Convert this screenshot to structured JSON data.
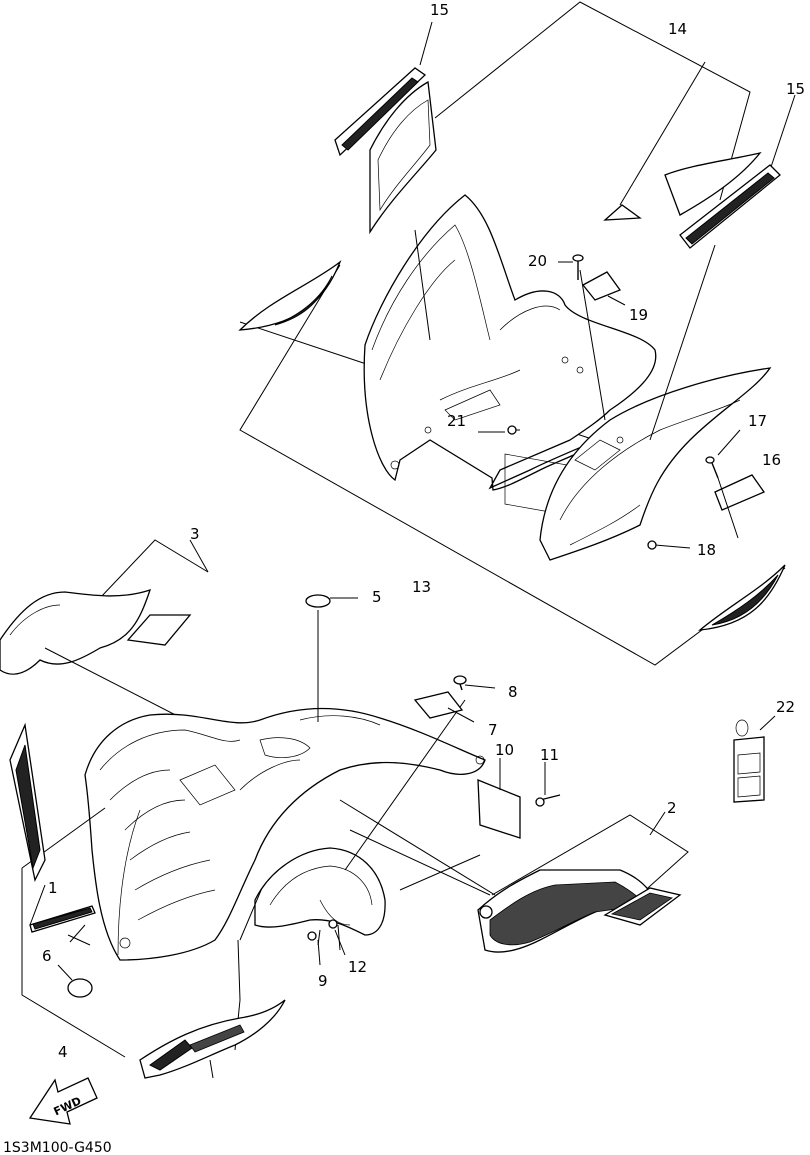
{
  "diagram": {
    "code": "1S3M100-G450",
    "fwd_label": "FWD",
    "callouts": [
      "1",
      "2",
      "3",
      "4",
      "5",
      "6",
      "7",
      "8",
      "9",
      "10",
      "11",
      "12",
      "13",
      "14",
      "15",
      "15",
      "16",
      "17",
      "18",
      "19",
      "20",
      "21",
      "22"
    ]
  }
}
